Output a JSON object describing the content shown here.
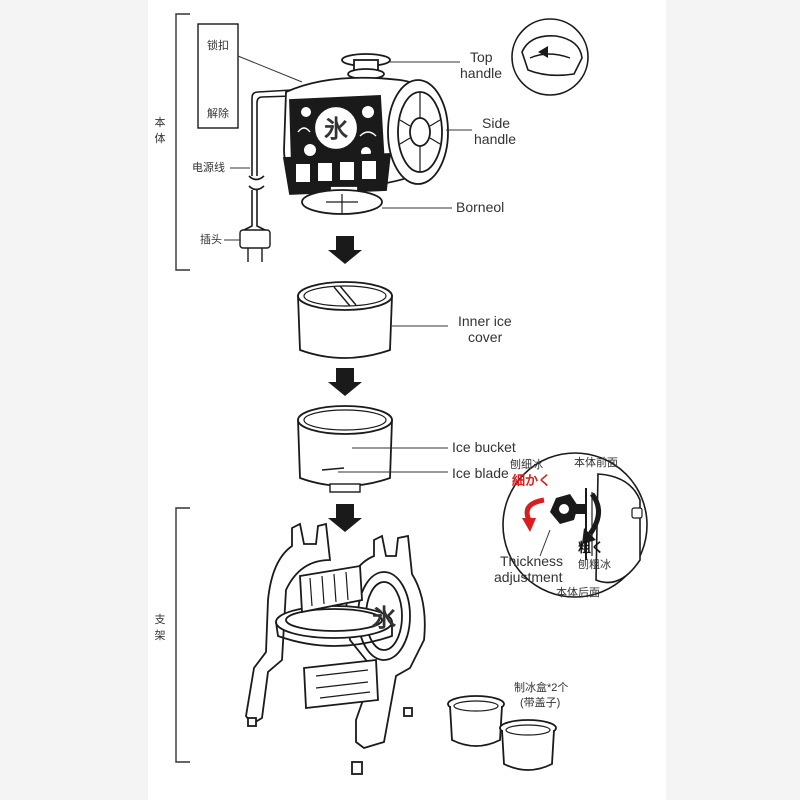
{
  "sections": {
    "body_label_top": "本",
    "body_label_bottom": "体",
    "stand_label_top": "支",
    "stand_label_bottom": "架"
  },
  "lock": {
    "lock_label": "锁扣",
    "release_label": "解除"
  },
  "cable": {
    "power_cord": "电源线",
    "plug": "插头"
  },
  "parts": {
    "top_handle_1": "Top",
    "top_handle_2": "handle",
    "side_handle_1": "Side",
    "side_handle_2": "handle",
    "borneol": "Borneol",
    "inner_cover_1": "Inner ice",
    "inner_cover_2": "cover",
    "ice_bucket": "Ice bucket",
    "ice_blade": "Ice blade",
    "logo_char": "氷"
  },
  "adjust": {
    "fine_cn": "刨细冰",
    "fine_jp": "細かく",
    "front": "本体前面",
    "coarse_jp": "粗く",
    "coarse_cn": "刨粗冰",
    "back": "本体后面",
    "thickness_1": "Thickness",
    "thickness_2": "adjustment"
  },
  "molds": {
    "label_1": "制冰盒*2个",
    "label_2": "(带盖子)"
  },
  "colors": {
    "line": "#1a1a1a",
    "accent": "#d81e1e",
    "background": "#f4f4f4",
    "panel": "#ffffff"
  }
}
